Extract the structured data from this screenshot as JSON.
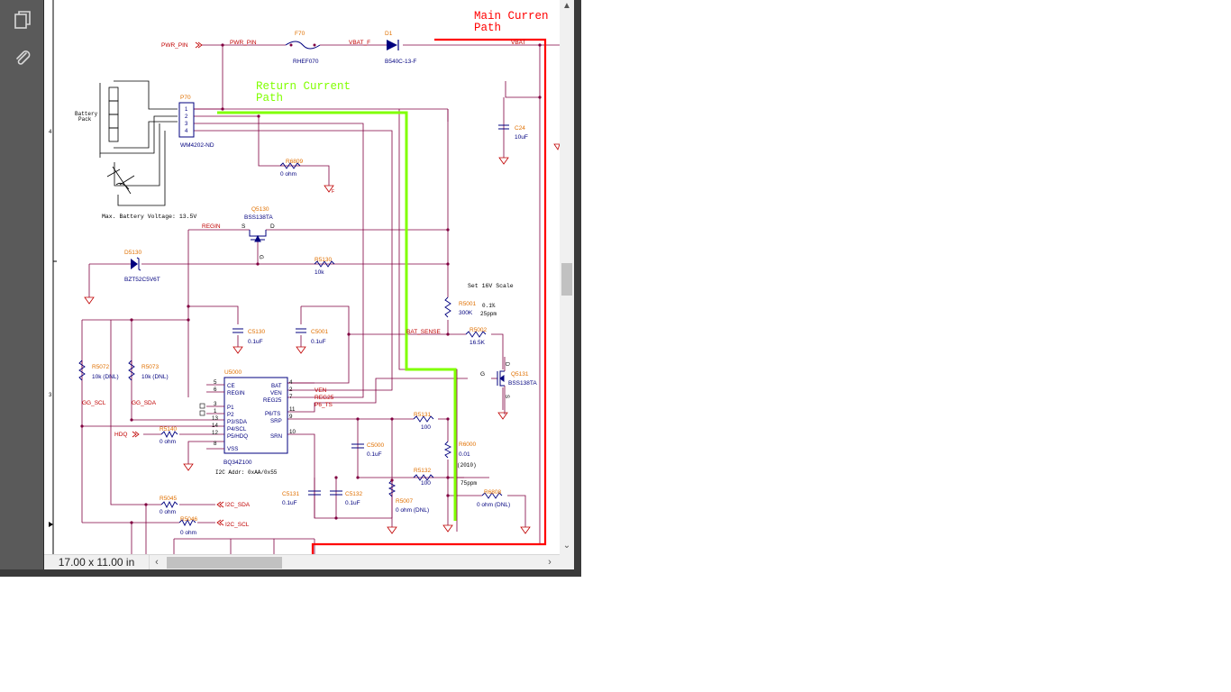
{
  "viewer": {
    "page_size": "17.00 x 11.00 in",
    "left_rail": {
      "pages_icon": "pages-icon",
      "attachments_icon": "attachment-icon"
    }
  },
  "colors": {
    "wire": "#800040",
    "net_label": "#c00000",
    "ref": "#e07000",
    "part": "#00007f",
    "main_path": "#ff0000",
    "return_path": "#80ff00"
  },
  "annotations": {
    "main_current": "Main Curren",
    "main_current_2": "Path",
    "return_current": "Return Current",
    "return_current_2": "Path",
    "battery_pack": "Battery",
    "battery_pack_2": "Pack",
    "max_voltage": "Max. Battery Voltage: 13.5V",
    "set_scale": "Set 16V Scale",
    "tolerance_1": "0.1%",
    "tolerance_2": "25ppm",
    "rsense_pkg": "(2010)",
    "rsense_ppm": "75ppm",
    "i2c_addr": "I2C Addr: 0xAA/0x55"
  },
  "nets": {
    "pwr_pin": "PWR_PIN",
    "pwr_pin_2": "PWR_PIN",
    "vbat_f": "VBAT_F",
    "vbat": "VBAT",
    "regin": "REGIN",
    "bat_sense": "BAT_SENSE",
    "gg_scl": "GG_SCL",
    "gg_sda": "GG_SDA",
    "hdq": "HDQ",
    "ven": "VEN",
    "reg25": "REG25",
    "p6_ts": "P6_TS",
    "i2c_sda": "I2C_SDA",
    "i2c_scl": "I2C_SCL"
  },
  "components": {
    "f70": {
      "ref": "F70",
      "part": "RHEF070"
    },
    "d1": {
      "ref": "D1",
      "part": "B540C-13-F"
    },
    "p70": {
      "ref": "P70",
      "part": "WM4202-ND",
      "pins": [
        "1",
        "2",
        "3",
        "4"
      ]
    },
    "c24": {
      "ref": "C24",
      "value": "10uF"
    },
    "r6809": {
      "ref": "R6809",
      "value": "0 ohm"
    },
    "q5130": {
      "ref": "Q5130",
      "part": "BSS138TA",
      "s": "S",
      "d": "D",
      "g": "G"
    },
    "d5130": {
      "ref": "D5130",
      "part": "BZT52C5V6T"
    },
    "r5130": {
      "ref": "R5130",
      "value": "10k"
    },
    "r5001": {
      "ref": "R5001",
      "value": "300K"
    },
    "r5002": {
      "ref": "R5002",
      "value": "16.5K"
    },
    "c5130": {
      "ref": "C5130",
      "value": "0.1uF"
    },
    "c5001": {
      "ref": "C5001",
      "value": "0.1uF"
    },
    "r5072": {
      "ref": "R5072",
      "value": "10k (DNL)"
    },
    "r5073": {
      "ref": "R5073",
      "value": "10k (DNL)"
    },
    "q5131": {
      "ref": "Q5131",
      "part": "BSS138TA",
      "g": "G",
      "d": "D",
      "s": "S"
    },
    "u5000": {
      "ref": "U5000",
      "part": "BQ34Z100",
      "left_pins": [
        {
          "num": "5",
          "name": "CE"
        },
        {
          "num": "6",
          "name": "REGIN"
        },
        {
          "num": "3",
          "name": "P1"
        },
        {
          "num": "1",
          "name": "P2"
        },
        {
          "num": "13",
          "name": "P3/SDA"
        },
        {
          "num": "14",
          "name": "P4/SCL"
        },
        {
          "num": "12",
          "name": "P5/HDQ"
        },
        {
          "num": "8",
          "name": "VSS"
        }
      ],
      "right_pins": [
        {
          "num": "4",
          "name": "BAT"
        },
        {
          "num": "2",
          "name": "VEN"
        },
        {
          "num": "7",
          "name": "REG25"
        },
        {
          "num": "11",
          "name": "P6/TS"
        },
        {
          "num": "9",
          "name": "SRP"
        },
        {
          "num": "10",
          "name": "SRN"
        }
      ]
    },
    "r5131": {
      "ref": "R5131",
      "value": "100"
    },
    "r5132": {
      "ref": "R5132",
      "value": "100"
    },
    "r6000": {
      "ref": "R6000",
      "value": "0.01"
    },
    "c5000": {
      "ref": "C5000",
      "value": "0.1uF"
    },
    "r5140": {
      "ref": "R5140",
      "value": "0 ohm"
    },
    "c5131": {
      "ref": "C5131",
      "value": "0.1uF"
    },
    "c5132": {
      "ref": "C5132",
      "value": "0.1uF"
    },
    "r5007": {
      "ref": "R5007",
      "value": "0 ohm (DNL)"
    },
    "r6808": {
      "ref": "R6808",
      "value": "0 ohm (DNL)"
    },
    "r5045": {
      "ref": "R5045",
      "value": "0 ohm"
    },
    "r5046": {
      "ref": "R5046",
      "value": "0 ohm"
    }
  },
  "ground_flag": "F",
  "margin_marks": {
    "row_4": "4",
    "row_3": "3"
  }
}
